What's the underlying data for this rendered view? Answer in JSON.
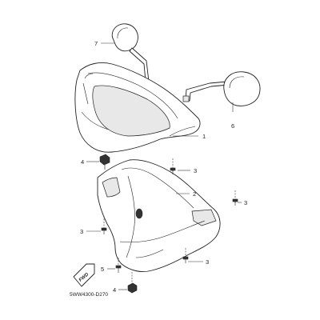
{
  "callouts": {
    "c1": "1",
    "c2": "2",
    "c3a": "3",
    "c3b": "3",
    "c3c": "3",
    "c3d": "3",
    "c4a": "4",
    "c4b": "4",
    "c5": "5",
    "c6": "6",
    "c7": "7"
  },
  "fwd_label": "FWD",
  "diagram_code": "5WW4300-D270",
  "parts": [
    "front-upper-handlebar-cover",
    "rear-lower-handlebar-cover",
    "screw",
    "nut",
    "bolt",
    "right-mirror",
    "left-mirror"
  ]
}
